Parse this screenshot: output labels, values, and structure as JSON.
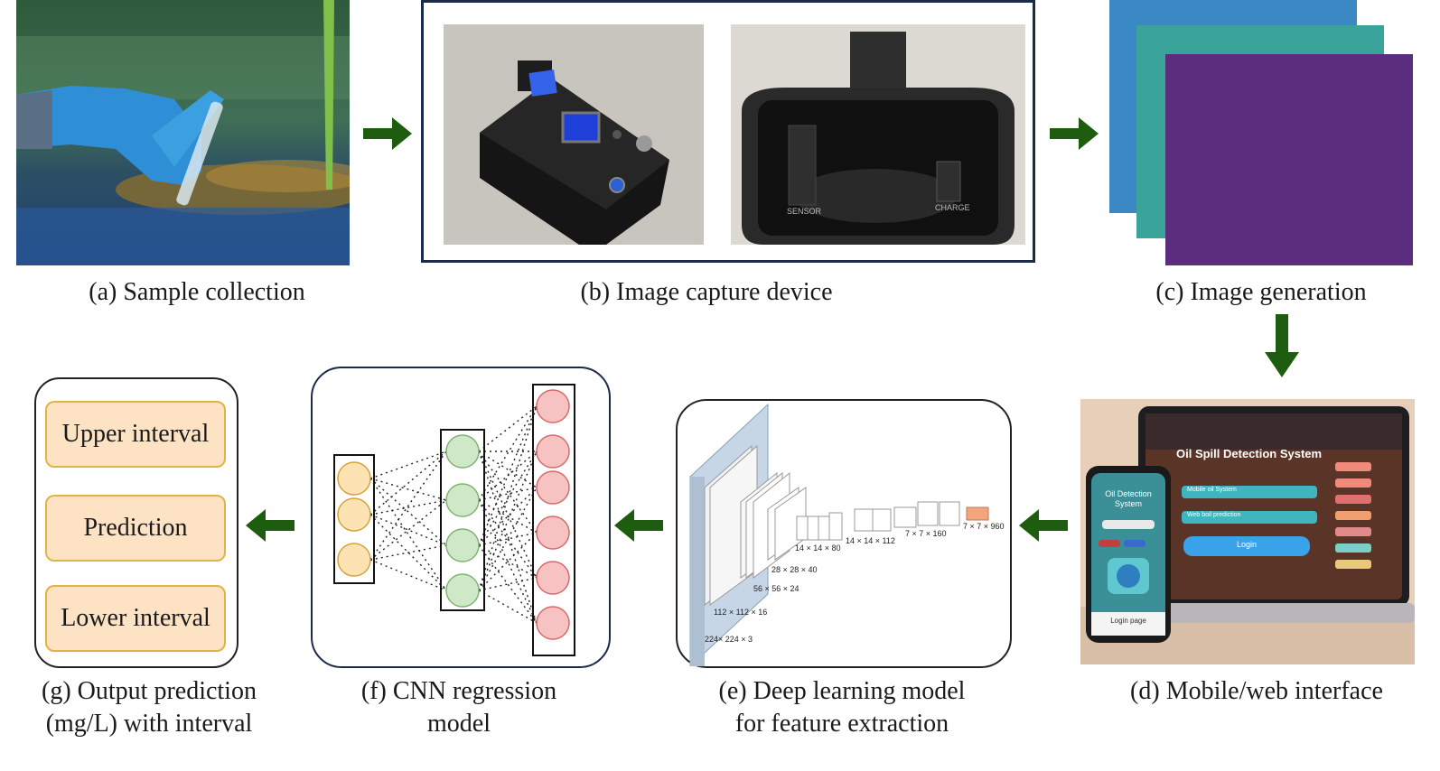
{
  "stages": {
    "a": {
      "caption": "(a) Sample collection"
    },
    "b": {
      "caption": "(b) Image capture device",
      "device_labels": [
        "SENSOR",
        "CHARGE"
      ]
    },
    "c": {
      "caption": "(c) Image generation",
      "colors": [
        "#3a89c4",
        "#3aa39a",
        "#5b2d7e"
      ]
    },
    "d": {
      "caption": "(d) Mobile/web interface",
      "web_title": "Oil Spill Detection System",
      "web_fields": [
        "Mobile oil System",
        "Web boil prediction"
      ],
      "web_login": "Login",
      "phone_title": "Oil Detection System",
      "phone_footer": "Login page"
    },
    "e": {
      "caption_line1": "(e) Deep learning model",
      "caption_line2": "for feature extraction",
      "layers": [
        "224× 224 × 3",
        "112 × 112 × 16",
        "56 × 56 × 24",
        "28 × 28 × 40",
        "14 × 14 × 80",
        "14 × 14 × 112",
        "7 × 7 × 160",
        "7 × 7 × 960"
      ]
    },
    "f": {
      "caption_line1": "(f) CNN regression",
      "caption_line2": "model"
    },
    "g": {
      "caption_line1": "(g) Output prediction",
      "caption_line2": "(mg/L) with interval",
      "outputs": [
        "Upper interval",
        "Prediction",
        "Lower interval"
      ]
    }
  },
  "colors": {
    "arrow": "#1e5c0f",
    "input_node": "#fbe3b3",
    "hidden_node": "#cfe8c7",
    "output_node": "#f6c2c2"
  }
}
